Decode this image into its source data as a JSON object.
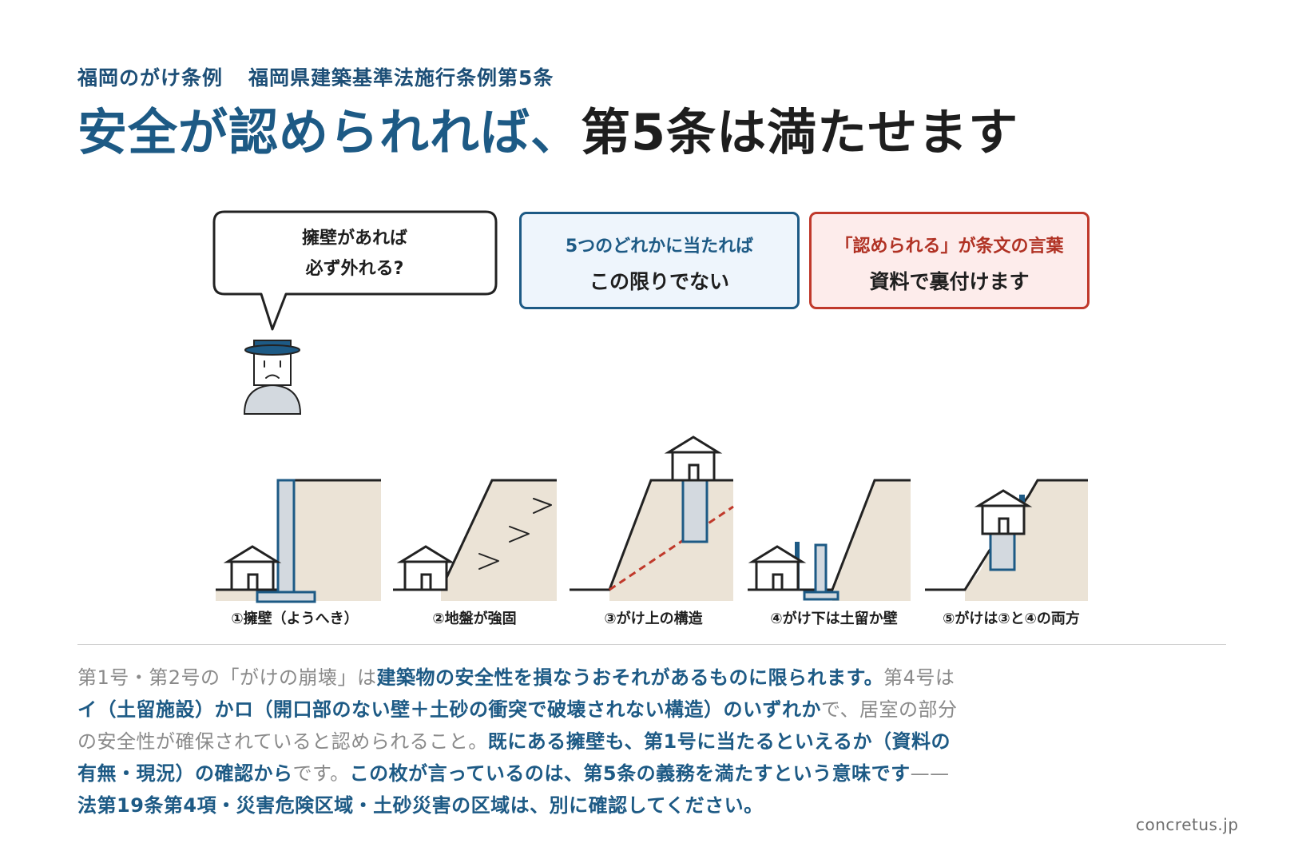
{
  "header": {
    "subtitle_left": "福岡のがけ条例",
    "subtitle_right": "福岡県建築基準法施行条例第5条",
    "headline_blue": "安全が認められれば、",
    "headline_dark": "第5条は満たせます"
  },
  "speech_bubble": {
    "line1": "擁壁があれば",
    "line2": "必ず外れる?"
  },
  "cards": [
    {
      "line1": "5つのどれかに当たれば",
      "line2": "この限りでない",
      "accent": "#1d5a85"
    },
    {
      "line1": "「認められる」が条文の言葉",
      "line2": "資料で裏付けます",
      "accent": "#c0392b"
    }
  ],
  "scenarios": [
    {
      "label": "①擁壁（ようへき）"
    },
    {
      "label": "②地盤が強固"
    },
    {
      "label": "③がけ上の構造"
    },
    {
      "label": "④がけ下は土留か壁"
    },
    {
      "label": "⑤がけは③と④の両方"
    }
  ],
  "body": {
    "s1": "第1号・第2号の「がけの崩壊」は",
    "s2": "建築物の安全性を損なうおそれがあるものに限られます。",
    "s3": "第4号は",
    "s4": "イ（土留施設）かロ（開口部のない壁＋土砂の衝突で破壊されない構造）のいずれか",
    "s5": "で、居室の部分",
    "s6": "の安全性が確保されていると認められること。",
    "s7": "既にある擁壁も、第1号に当たるといえるか（資料の",
    "s8": "有無・現況）の確認から",
    "s9": "です。",
    "s10": "この枚が言っているのは、第5条の義務を満たすという意味です",
    "s11": "——",
    "s12": "法第19条第4項・災害危険区域・土砂災害の区域は、別に確認してください。"
  },
  "footer": {
    "site": "concretus.jp"
  },
  "colors": {
    "navy": "#1d5a85",
    "red": "#c0392b",
    "soil": "#ebe3d6",
    "structure": "#d3d9df"
  }
}
